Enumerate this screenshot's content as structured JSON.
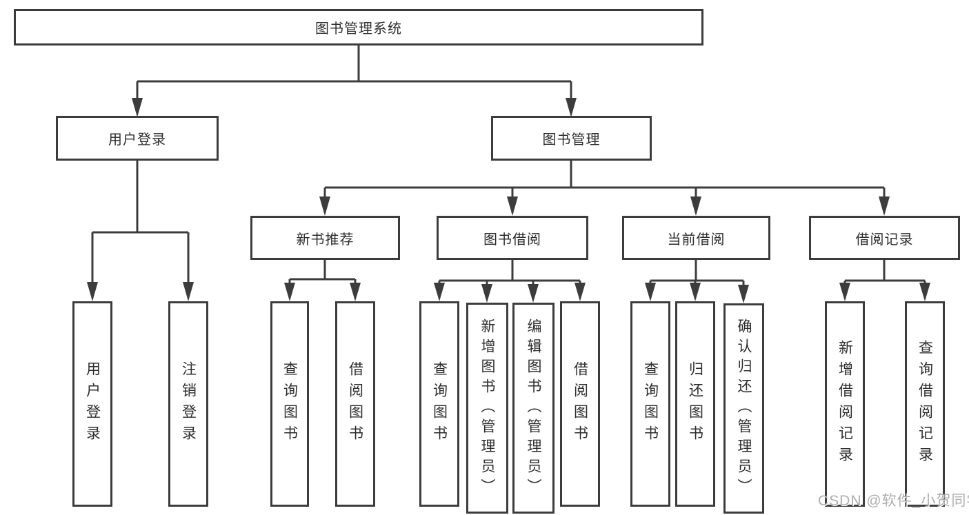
{
  "palette": {
    "line_color": "#3c3c3c",
    "box_border_color": "#3c3c3c",
    "box_fill_color": "#ffffff",
    "text_color": "#2d2d2d",
    "watermark_color": "#aeaeae",
    "background": "#ffffff"
  },
  "watermark": {
    "text": "CSDN @软件_小贺同学"
  },
  "tree": {
    "root": {
      "label": "图书管理系统",
      "children": [
        {
          "label": "用户登录",
          "children": [
            {
              "label": "用户登录"
            },
            {
              "label": "注销登录"
            }
          ]
        },
        {
          "label": "图书管理",
          "children": [
            {
              "label": "新书推荐",
              "children": [
                {
                  "label": "查询图书"
                },
                {
                  "label": "借阅图书"
                }
              ]
            },
            {
              "label": "图书借阅",
              "children": [
                {
                  "label": "查询图书"
                },
                {
                  "label": "新增图书（管理员）"
                },
                {
                  "label": "编辑图书（管理员）"
                },
                {
                  "label": "借阅图书"
                }
              ]
            },
            {
              "label": "当前借阅",
              "children": [
                {
                  "label": "查询图书"
                },
                {
                  "label": "归还图书"
                },
                {
                  "label": "确认归还（管理员）"
                }
              ]
            },
            {
              "label": "借阅记录",
              "children": [
                {
                  "label": "新增借阅记录"
                },
                {
                  "label": "查询借阅记录"
                }
              ]
            }
          ]
        }
      ]
    }
  }
}
